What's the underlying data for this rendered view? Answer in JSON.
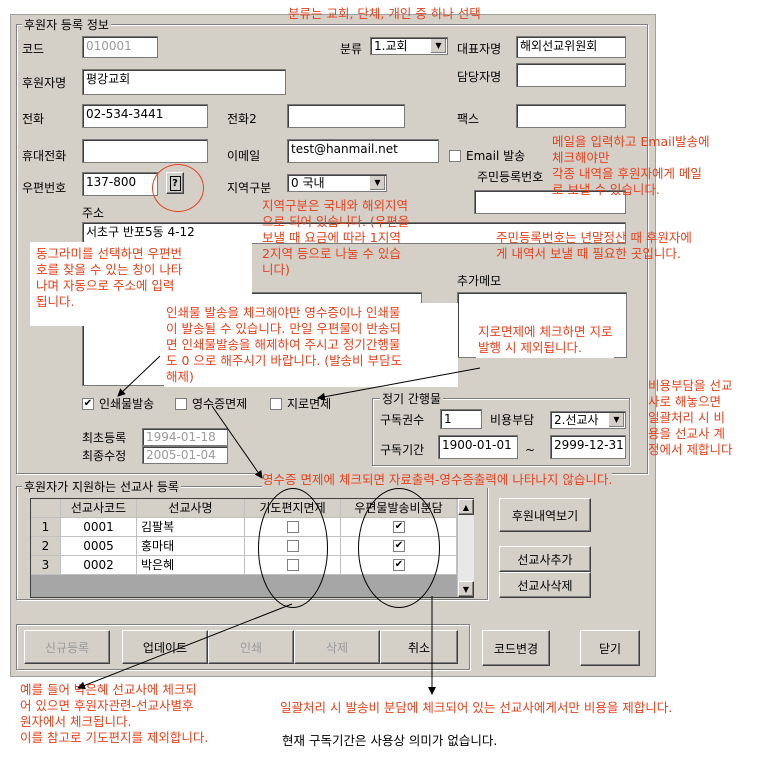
{
  "form": {
    "section_title": "후원자 등록 정보",
    "labels": {
      "code": "코드",
      "category": "분류",
      "rep_name": "대표자명",
      "sponsor_name": "후원자명",
      "manager_name": "담당자명",
      "phone": "전화",
      "phone2": "전화2",
      "fax": "팩스",
      "mobile": "휴대전화",
      "email": "이메일",
      "email_send": "Email 발송",
      "postal": "우편번호",
      "region": "지역구분",
      "resident_no": "주민등록번호",
      "address": "주소",
      "extra_memo": "추가메모",
      "print_send": "인쇄물발송",
      "receipt_exempt": "영수증면제",
      "magazine_exempt": "지로면제",
      "first_reg": "최초등록",
      "last_mod": "최종수정"
    },
    "values": {
      "code": "010001",
      "category": "1.교회",
      "rep_name": "해외선교위원회",
      "sponsor_name": "평강교회",
      "manager_name": "",
      "phone": "02-534-3441",
      "phone2": "",
      "fax": "",
      "mobile": "",
      "email": "test@hanmail.net",
      "postal": "137-800",
      "region": "0 국내",
      "resident_no": "",
      "address": "서초구 반포5동 4-12",
      "extra_memo": "",
      "first_reg": "1994-01-18",
      "last_mod": "2005-01-04"
    },
    "checks": {
      "email_send": false,
      "print_send": true,
      "receipt_exempt": false,
      "magazine_exempt": false
    },
    "postal_search_icon": "question-mark-icon"
  },
  "subscription": {
    "title": "정기 간행물",
    "count_label": "구독권수",
    "count": "1",
    "cost_label": "비용부담",
    "cost": "2.선교사",
    "period_label": "구독기간",
    "from": "1900-01-01",
    "tilde": "~",
    "to": "2999-12-31"
  },
  "missionary": {
    "title": "후원자가 지원하는 선교사 등록",
    "headers": [
      "선교사코드",
      "선교사명",
      "기도편지면제",
      "우편물발송비분담"
    ],
    "rows": [
      {
        "no": "1",
        "code": "0001",
        "name": "김팔복",
        "prayer_exempt": false,
        "postage_share": true
      },
      {
        "no": "2",
        "code": "0005",
        "name": "홍마태",
        "prayer_exempt": false,
        "postage_share": true
      },
      {
        "no": "3",
        "code": "0002",
        "name": "박은혜",
        "prayer_exempt": false,
        "postage_share": true
      }
    ],
    "btn_history": "후원내역보기",
    "btn_add": "선교사추가",
    "btn_delete": "선교사삭제"
  },
  "toolbar": {
    "new": "신규등록",
    "update": "업데이트",
    "print": "인쇄",
    "delete": "삭제",
    "cancel": "취소",
    "change_code": "코드변경",
    "close": "닫기"
  },
  "annotations": {
    "category": "분류는 교회, 단체, 개인 중 하나 선택",
    "email": "메일을 입력하고 Email발송에\n체크해야만\n각종 내역을 후원자에게 메일\n로 보낼 수 있습니다.",
    "region": "지역구분은 국내와 해외지역\n으로 되어 있습니다. (우편을\n보낼 때 요금에 따라 1지역\n2지역 등으로 나눌 수 있습\n니다)",
    "resident": "주민등록번호는 년말정산 때 후원자에\n게 내역서 보낼 때 필요한 곳입니다.",
    "postal": "동그라미를 선택하면 우편번\n호를 찾을 수 있는 창이 나타\n나며 자동으로 주소에 입력\n됩니다.",
    "print": "인쇄물 발송을 체크해야만 영수증이나 인쇄물\n이 발송될 수 있습니다. 만일 우편물이 반송되\n면 인쇄물발송을 해제하여 주시고 정기간행물\n도 0 으로 해주시기 바랍니다. (발송비 부담도\n해제)",
    "giro": "지로면제에 체크하면 지로\n발행 시 제외됩니다.",
    "cost": "비용부담을 선교\n사로 해놓으면\n일괄처리 시 비\n용을 선교사 계\n정에서 제합니다",
    "receipt": "영수증 면제에 체크되면 자료출력-영수증출력에 나타나지 않습니다.",
    "prayer": "예를 들어 박은혜 선교사에 체크되\n어 있으면 후원자관련-선교사별후\n원자에서 체크됩니다.\n이를 참고로 기도편지를 제외합니다.",
    "batch": "일괄처리 시 발송비 분담에 체크되어 있는 선교사에게서만 비용을 제합니다.",
    "period": "현재 구독기간은 사용상 의미가 없습니다."
  },
  "colors": {
    "annotation": "#e8401b",
    "window_face": "#d4d0c8",
    "grid_header": "#d4d0c8",
    "grid_empty": "#a6a6a6"
  }
}
